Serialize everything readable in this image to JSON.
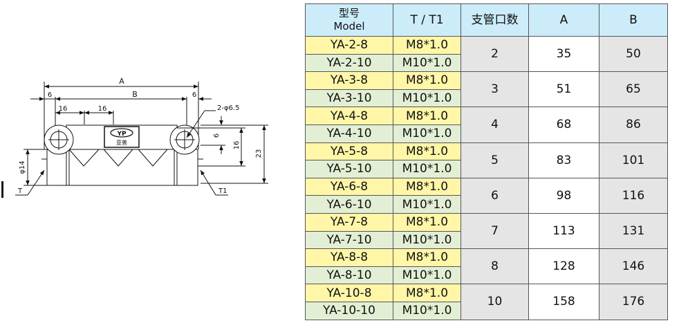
{
  "drawing": {
    "dims": {
      "A": "A",
      "B": "B",
      "left_6": "6",
      "right_6": "6",
      "pitch_a": "16",
      "pitch_b": "16",
      "hole": "2-φ6.5",
      "h6": "6",
      "h16": "16",
      "h23": "23",
      "d14": "φ14",
      "T": "T",
      "T1": "T1"
    },
    "logo_text": "YP",
    "logo_sub": "亚普"
  },
  "table": {
    "headers": {
      "model_cn": "型号",
      "model_en": "Model",
      "thread": "T / T1",
      "ports": "支管口数",
      "a": "A",
      "b": "B"
    },
    "groups": [
      {
        "models": [
          {
            "name": "YA-2-8",
            "thread": "M8*1.0"
          },
          {
            "name": "YA-2-10",
            "thread": "M10*1.0"
          }
        ],
        "ports": "2",
        "a": "35",
        "b": "50"
      },
      {
        "models": [
          {
            "name": "YA-3-8",
            "thread": "M8*1.0"
          },
          {
            "name": "YA-3-10",
            "thread": "M10*1.0"
          }
        ],
        "ports": "3",
        "a": "51",
        "b": "65"
      },
      {
        "models": [
          {
            "name": "YA-4-8",
            "thread": "M8*1.0"
          },
          {
            "name": "YA-4-10",
            "thread": "M10*1.0"
          }
        ],
        "ports": "4",
        "a": "68",
        "b": "86"
      },
      {
        "models": [
          {
            "name": "YA-5-8",
            "thread": "M8*1.0"
          },
          {
            "name": "YA-5-10",
            "thread": "M10*1.0"
          }
        ],
        "ports": "5",
        "a": "83",
        "b": "101"
      },
      {
        "models": [
          {
            "name": "YA-6-8",
            "thread": "M8*1.0"
          },
          {
            "name": "YA-6-10",
            "thread": "M10*1.0"
          }
        ],
        "ports": "6",
        "a": "98",
        "b": "116"
      },
      {
        "models": [
          {
            "name": "YA-7-8",
            "thread": "M8*1.0"
          },
          {
            "name": "YA-7-10",
            "thread": "M10*1.0"
          }
        ],
        "ports": "7",
        "a": "113",
        "b": "131"
      },
      {
        "models": [
          {
            "name": "YA-8-8",
            "thread": "M8*1.0"
          },
          {
            "name": "YA-8-10",
            "thread": "M10*1.0"
          }
        ],
        "ports": "8",
        "a": "128",
        "b": "146"
      },
      {
        "models": [
          {
            "name": "YA-10-8",
            "thread": "M8*1.0"
          },
          {
            "name": "YA-10-10",
            "thread": "M10*1.0"
          }
        ],
        "ports": "10",
        "a": "158",
        "b": "176"
      }
    ]
  }
}
